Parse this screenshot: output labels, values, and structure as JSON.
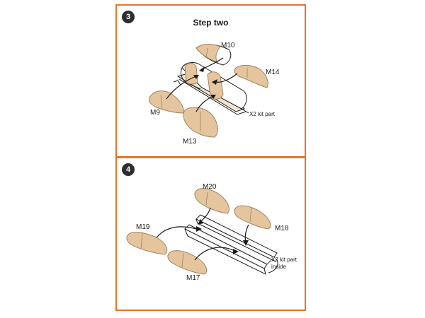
{
  "colors": {
    "panel_border": "#e8742a",
    "mask_fill": "#e5c59e",
    "mask_stroke": "#a0825e",
    "line": "#1a1a1a",
    "badge_bg": "#2e2e2e"
  },
  "step3": {
    "number": "3",
    "title": "Step two",
    "labels": {
      "m10": "M10",
      "m14": "M14",
      "m9": "M9",
      "m13": "M13",
      "kit": "X2 kit part"
    }
  },
  "step4": {
    "number": "4",
    "labels": {
      "m20": "M20",
      "m18": "M18",
      "m19": "M19",
      "m17": "M17",
      "kit_line1": "X2 kit part",
      "kit_line2": "inside"
    }
  }
}
